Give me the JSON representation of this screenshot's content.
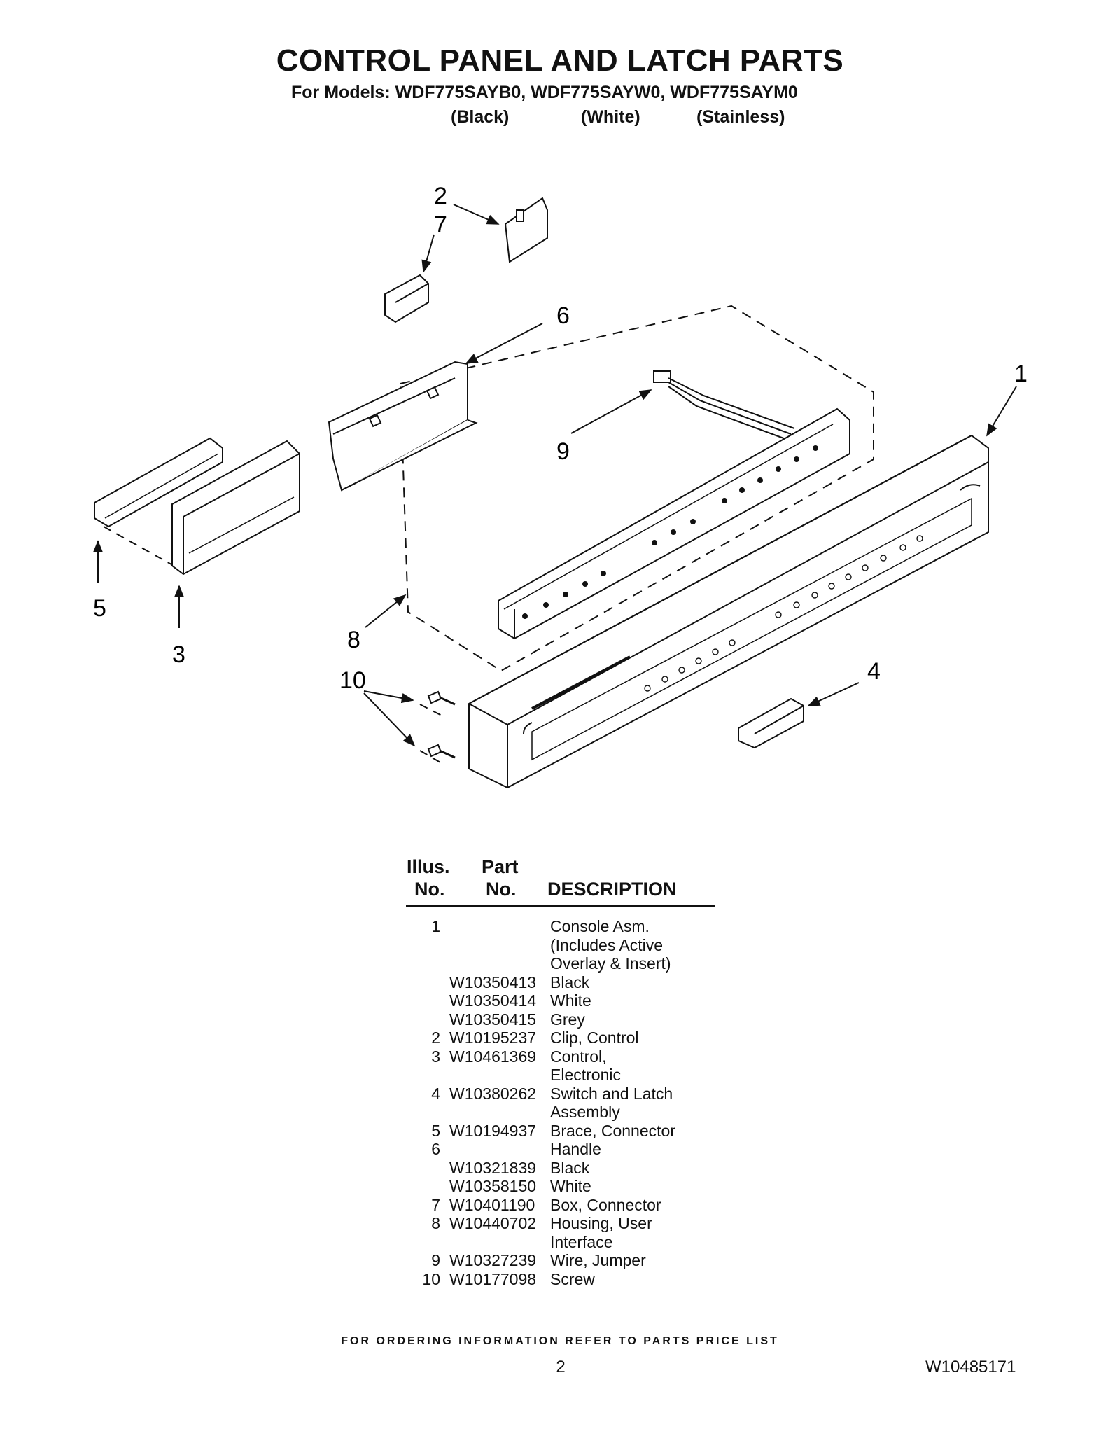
{
  "header": {
    "title": "CONTROL PANEL AND LATCH PARTS",
    "models_line": "For Models: WDF775SAYB0, WDF775SAYW0, WDF775SAYM0",
    "colors": [
      "(Black)",
      "(White)",
      "(Stainless)"
    ]
  },
  "diagram": {
    "callouts": [
      "1",
      "2",
      "3",
      "4",
      "5",
      "6",
      "7",
      "8",
      "9",
      "10"
    ]
  },
  "table": {
    "headers": {
      "illus_line1": "Illus.",
      "illus_line2": "No.",
      "part_line1": "Part",
      "part_line2": "No.",
      "description": "DESCRIPTION"
    },
    "rows": [
      {
        "illus": "1",
        "part": "",
        "desc": "Console Asm."
      },
      {
        "illus": "",
        "part": "",
        "desc": "(Includes Active"
      },
      {
        "illus": "",
        "part": "",
        "desc": "Overlay & Insert)"
      },
      {
        "illus": "",
        "part": "W10350413",
        "desc": "Black"
      },
      {
        "illus": "",
        "part": "W10350414",
        "desc": "White"
      },
      {
        "illus": "",
        "part": "W10350415",
        "desc": "Grey"
      },
      {
        "illus": "2",
        "part": "W10195237",
        "desc": "Clip, Control"
      },
      {
        "illus": "3",
        "part": "W10461369",
        "desc": "Control,"
      },
      {
        "illus": "",
        "part": "",
        "desc": "Electronic"
      },
      {
        "illus": "4",
        "part": "W10380262",
        "desc": "Switch and Latch"
      },
      {
        "illus": "",
        "part": "",
        "desc": "Assembly"
      },
      {
        "illus": "5",
        "part": "W10194937",
        "desc": "Brace, Connector"
      },
      {
        "illus": "6",
        "part": "",
        "desc": "Handle"
      },
      {
        "illus": "",
        "part": "W10321839",
        "desc": "Black"
      },
      {
        "illus": "",
        "part": "W10358150",
        "desc": "White"
      },
      {
        "illus": "7",
        "part": "W10401190",
        "desc": "Box, Connector"
      },
      {
        "illus": "8",
        "part": "W10440702",
        "desc": "Housing, User"
      },
      {
        "illus": "",
        "part": "",
        "desc": "Interface"
      },
      {
        "illus": "9",
        "part": "W10327239",
        "desc": "Wire, Jumper"
      },
      {
        "illus": "10",
        "part": "W10177098",
        "desc": "Screw"
      }
    ]
  },
  "footer": {
    "ordering_info": "FOR ORDERING INFORMATION REFER TO PARTS PRICE LIST",
    "page_number": "2",
    "doc_number": "W10485171"
  }
}
